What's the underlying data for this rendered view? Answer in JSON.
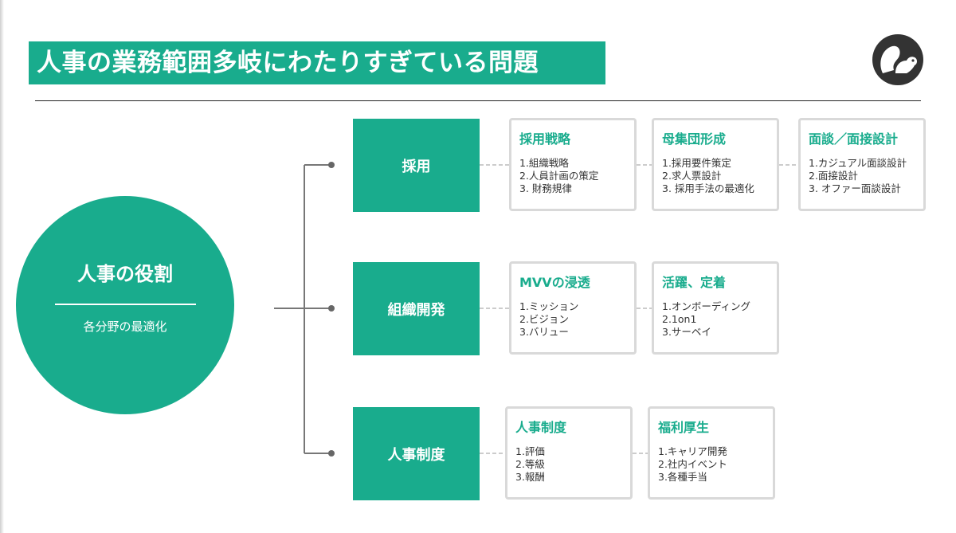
{
  "slide": {
    "title": "人事の業務範囲多岐にわたりすぎている問題",
    "logo_icon": "squirrel-icon",
    "accent_color": "#19ac8d"
  },
  "center": {
    "title": "人事の役割",
    "subtitle": "各分野の最適化"
  },
  "categories": [
    {
      "label": "採用",
      "cards": [
        {
          "title": "採用戦略",
          "items": [
            "1.組織戦略",
            "2.人員計画の策定",
            "3. 財務規律"
          ]
        },
        {
          "title": "母集団形成",
          "items": [
            "1.採用要件策定",
            "2.求人票設計",
            "3. 採用手法の最適化"
          ]
        },
        {
          "title": "面談／面接設計",
          "items": [
            "1.カジュアル面談設計",
            "2.面接設計",
            "3. オファー面談設計"
          ]
        }
      ]
    },
    {
      "label": "組織開発",
      "cards": [
        {
          "title": "MVVの浸透",
          "items": [
            "1.ミッション",
            "2.ビジョン",
            "3.バリュー"
          ]
        },
        {
          "title": "活躍、定着",
          "items": [
            "1.オンボーディング",
            "2.1on1",
            "3.サーベイ"
          ]
        }
      ]
    },
    {
      "label": "人事制度",
      "cards": [
        {
          "title": "人事制度",
          "items": [
            "1.評価",
            "2.等級",
            "3.報酬"
          ]
        },
        {
          "title": "福利厚生",
          "items": [
            "1.キャリア開発",
            "2.社内イベント",
            "3.各種手当"
          ]
        }
      ]
    }
  ]
}
